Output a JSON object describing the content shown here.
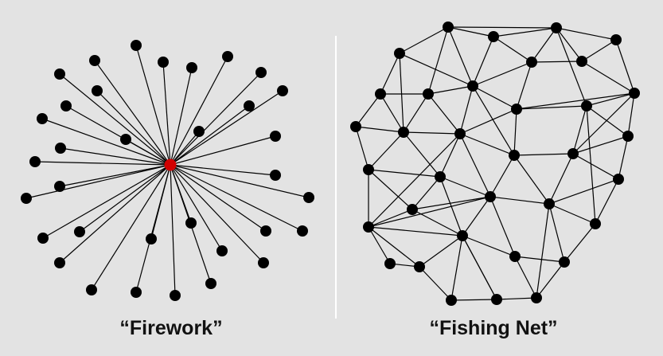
{
  "diagram": {
    "colors": {
      "background": "#e3e3e3",
      "node": "#000000",
      "hub": "#d10000",
      "edge": "#000000",
      "divider": "#ffffff"
    },
    "left_caption": "“Firework”",
    "right_caption": "“Fishing Net”",
    "left_leaf_count": 34
  }
}
